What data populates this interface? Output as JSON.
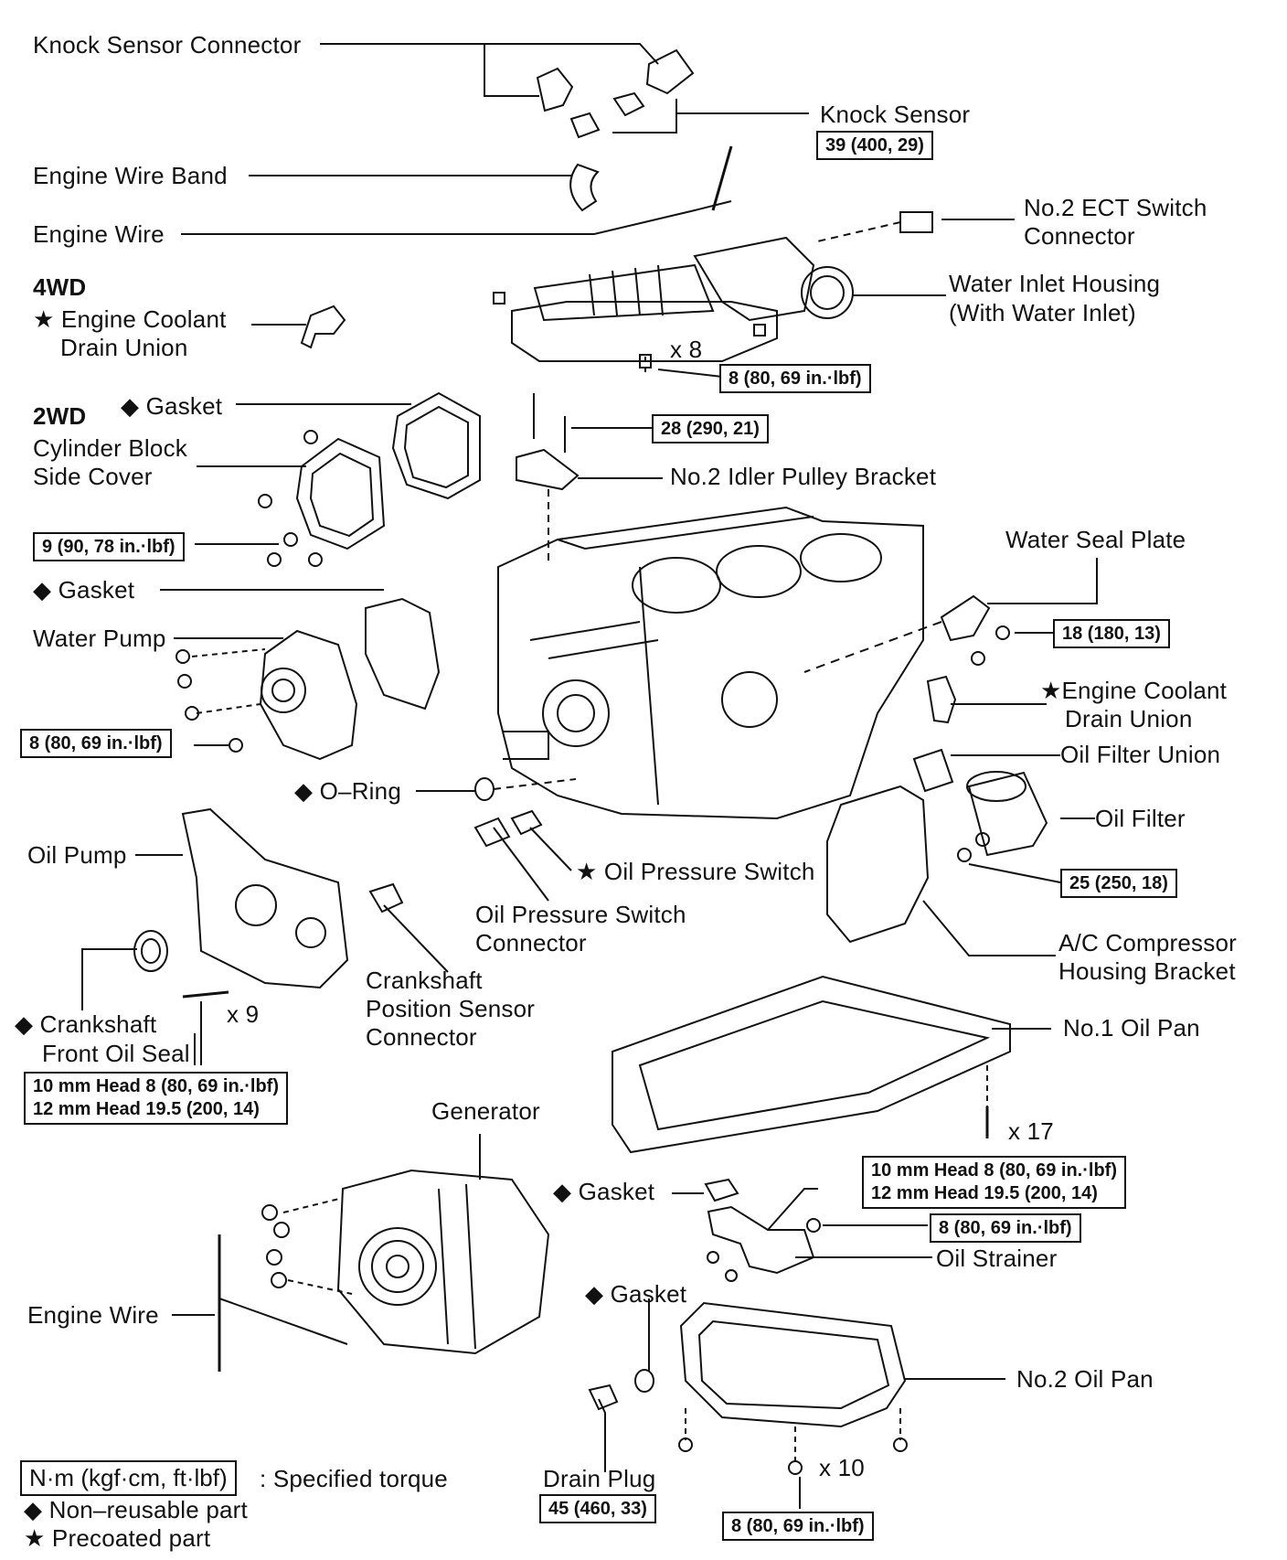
{
  "labels": {
    "knock_sensor_connector": "Knock Sensor Connector",
    "knock_sensor": "Knock Sensor",
    "engine_wire_band": "Engine Wire Band",
    "engine_wire_top": "Engine Wire",
    "no2_ect_switch_connector_1": "No.2 ECT Switch",
    "no2_ect_switch_connector_2": "Connector",
    "water_inlet_housing_1": "Water Inlet Housing",
    "water_inlet_housing_2": "(With Water Inlet)",
    "head_4wd": "4WD",
    "engine_coolant_drain_union_4wd_1": "★ Engine Coolant",
    "engine_coolant_drain_union_4wd_2": "Drain Union",
    "x8": "x 8",
    "head_2wd": "2WD",
    "gasket_side_cover": "◆ Gasket",
    "cylinder_block_side_cover_1": "Cylinder Block",
    "cylinder_block_side_cover_2": "Side Cover",
    "no2_idler_pulley_bracket": "No.2 Idler Pulley Bracket",
    "water_seal_plate": "Water Seal Plate",
    "gasket_water_pump": "◆ Gasket",
    "water_pump": "Water Pump",
    "engine_coolant_drain_union_1": "★Engine Coolant",
    "engine_coolant_drain_union_2": "Drain Union",
    "oil_filter_union": "Oil Filter Union",
    "o_ring": "◆ O–Ring",
    "oil_filter": "Oil Filter",
    "oil_pump": "Oil Pump",
    "oil_pressure_switch": "★ Oil Pressure Switch",
    "oil_pressure_switch_connector_1": "Oil Pressure Switch",
    "oil_pressure_switch_connector_2": "Connector",
    "ac_compressor_bracket_1": "A/C Compressor",
    "ac_compressor_bracket_2": "Housing Bracket",
    "crankshaft_pos_sensor_1": "Crankshaft",
    "crankshaft_pos_sensor_2": "Position Sensor",
    "crankshaft_pos_sensor_3": "Connector",
    "x9": "x 9",
    "crankshaft_front_oil_seal_1": "◆ Crankshaft",
    "crankshaft_front_oil_seal_2": "Front Oil Seal",
    "no1_oil_pan": "No.1 Oil Pan",
    "x17": "x 17",
    "generator": "Generator",
    "gasket_strainer": "◆ Gasket",
    "oil_strainer": "Oil Strainer",
    "engine_wire_bottom": "Engine Wire",
    "gasket_drain": "◆ Gasket",
    "no2_oil_pan": "No.2 Oil Pan",
    "drain_plug": "Drain Plug",
    "x10": "x 10"
  },
  "torque": {
    "knock_sensor": "39 (400, 29)",
    "water_inlet_bolts": "8 (80, 69 in.·lbf)",
    "idler_bracket": "28 (290, 21)",
    "side_cover": "9 (90, 78 in.·lbf)",
    "water_seal_plate": "18 (180, 13)",
    "water_pump": "8 (80, 69 in.·lbf)",
    "oil_filter_union": "25 (250, 18)",
    "oil_pump_line1": "10 mm Head 8 (80, 69 in.·lbf)",
    "oil_pump_line2": "12 mm Head 19.5 (200, 14)",
    "oil_pan1_line1": "10 mm Head 8 (80, 69 in.·lbf)",
    "oil_pan1_line2": "12 mm Head 19.5 (200, 14)",
    "oil_strainer": "8 (80, 69 in.·lbf)",
    "drain_plug": "45 (460, 33)",
    "oil_pan2": "8 (80, 69 in.·lbf)"
  },
  "legend": {
    "torque_box": "N·m (kgf·cm, ft·lbf)",
    "torque_text": ": Specified torque",
    "non_reusable": "◆ Non–reusable part",
    "precoated": "★  Precoated part"
  }
}
